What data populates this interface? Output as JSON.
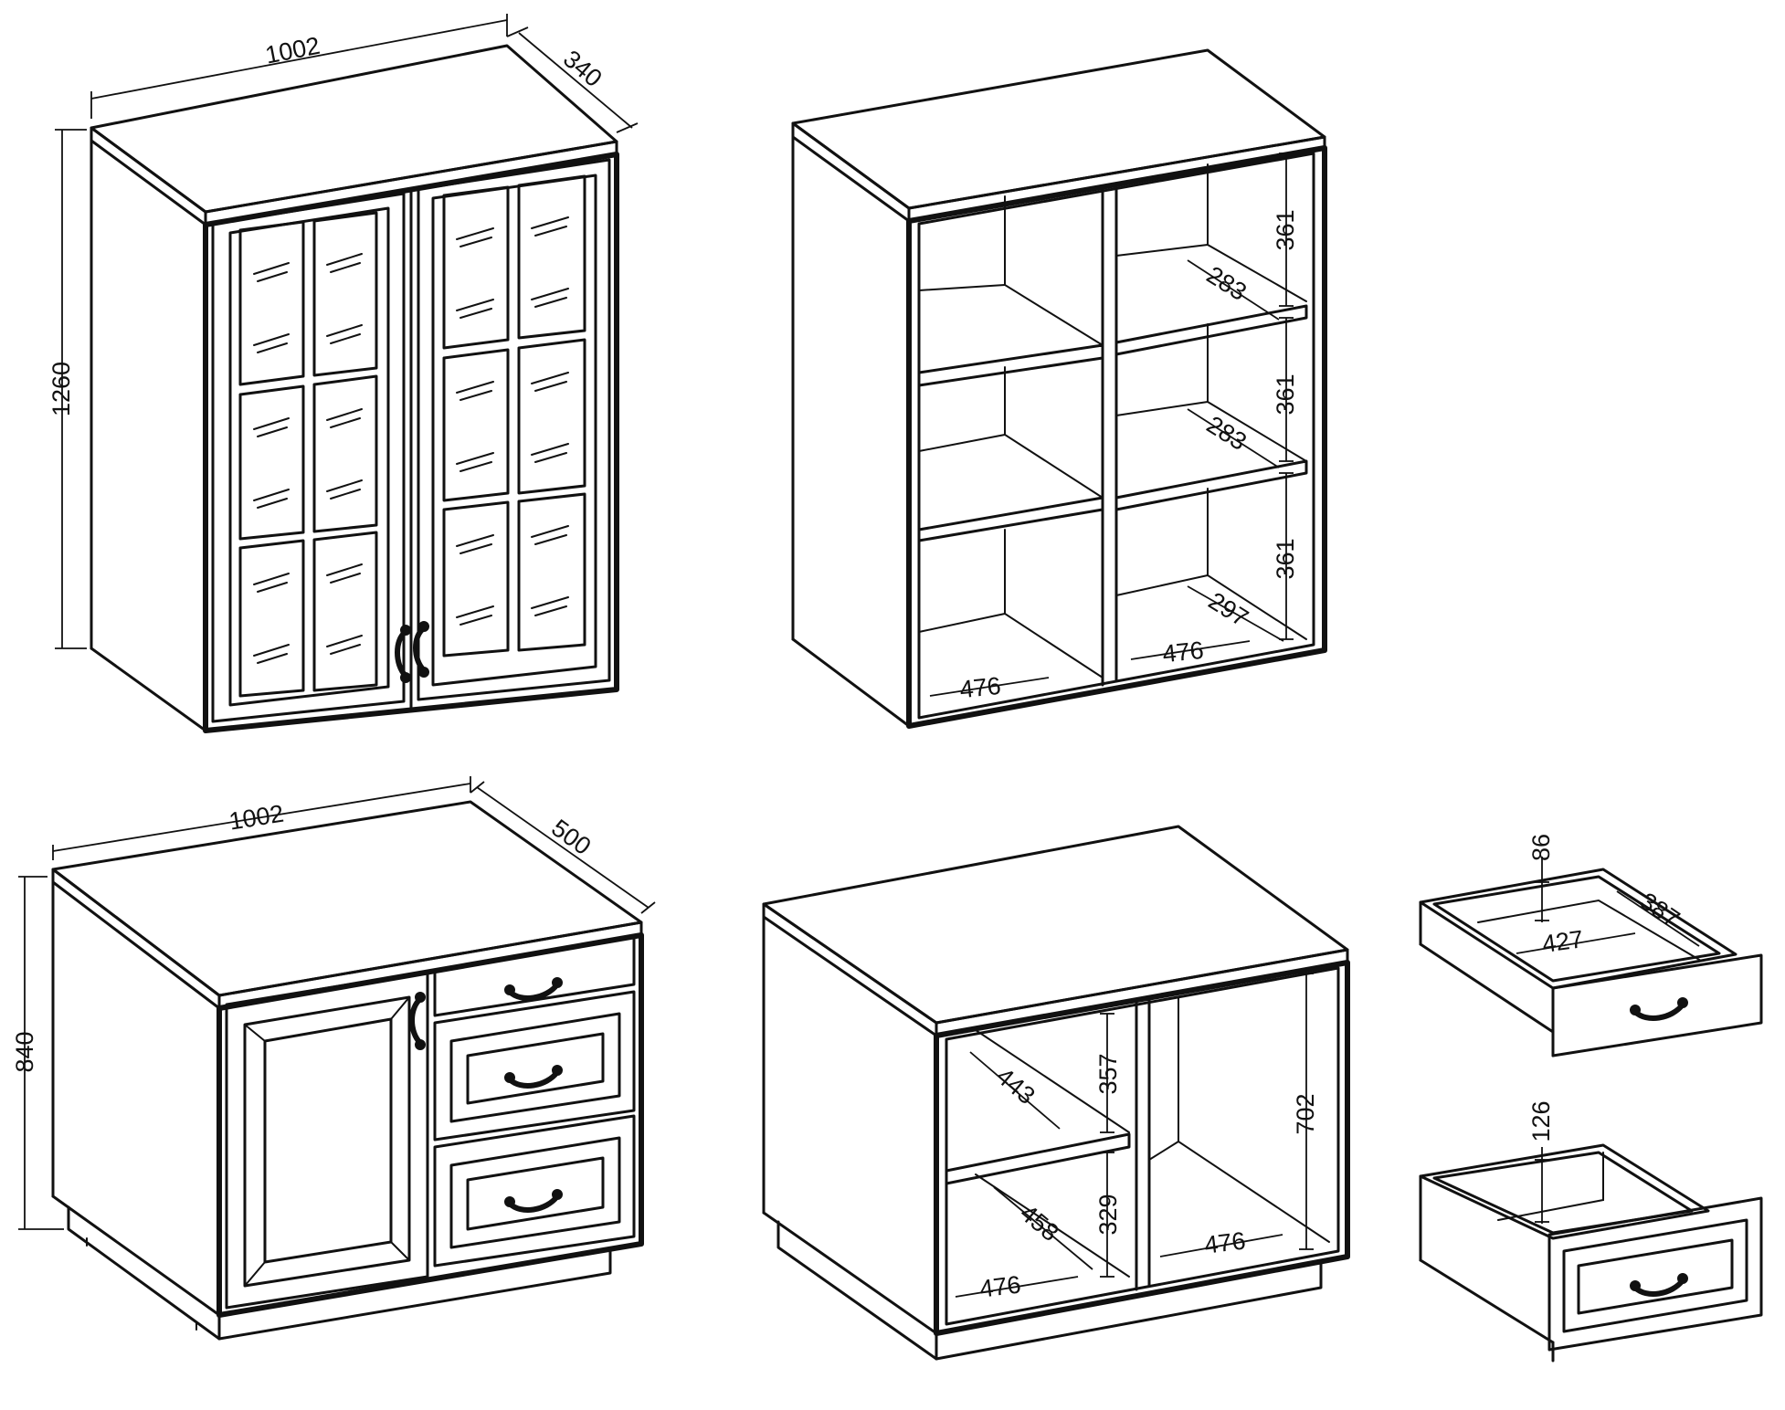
{
  "colors": {
    "line": "#111111",
    "background": "#ffffff"
  },
  "dimensions": {
    "glass_cabinet_width": "1002",
    "glass_cabinet_depth": "340",
    "glass_cabinet_height": "1260",
    "open_cabinet_shelf_height_1": "361",
    "open_cabinet_shelf_height_2": "361",
    "open_cabinet_shelf_height_3": "361",
    "open_cabinet_shelf_depth_1": "283",
    "open_cabinet_shelf_depth_2": "283",
    "open_cabinet_bottom_depth": "297",
    "open_cabinet_inner_width_right": "476",
    "open_cabinet_inner_width_left": "476",
    "base_cabinet_width": "1002",
    "base_cabinet_depth": "500",
    "base_cabinet_height": "840",
    "open_base_shelf_depth": "443",
    "open_base_upper_height": "357",
    "open_base_inner_height": "702",
    "open_base_bottom_depth": "458",
    "open_base_lower_height": "329",
    "open_base_inner_width_left": "476",
    "open_base_inner_width_right": "476",
    "drawer_small_height": "86",
    "drawer_small_depth": "387",
    "drawer_small_width": "427",
    "drawer_large_height": "126"
  }
}
